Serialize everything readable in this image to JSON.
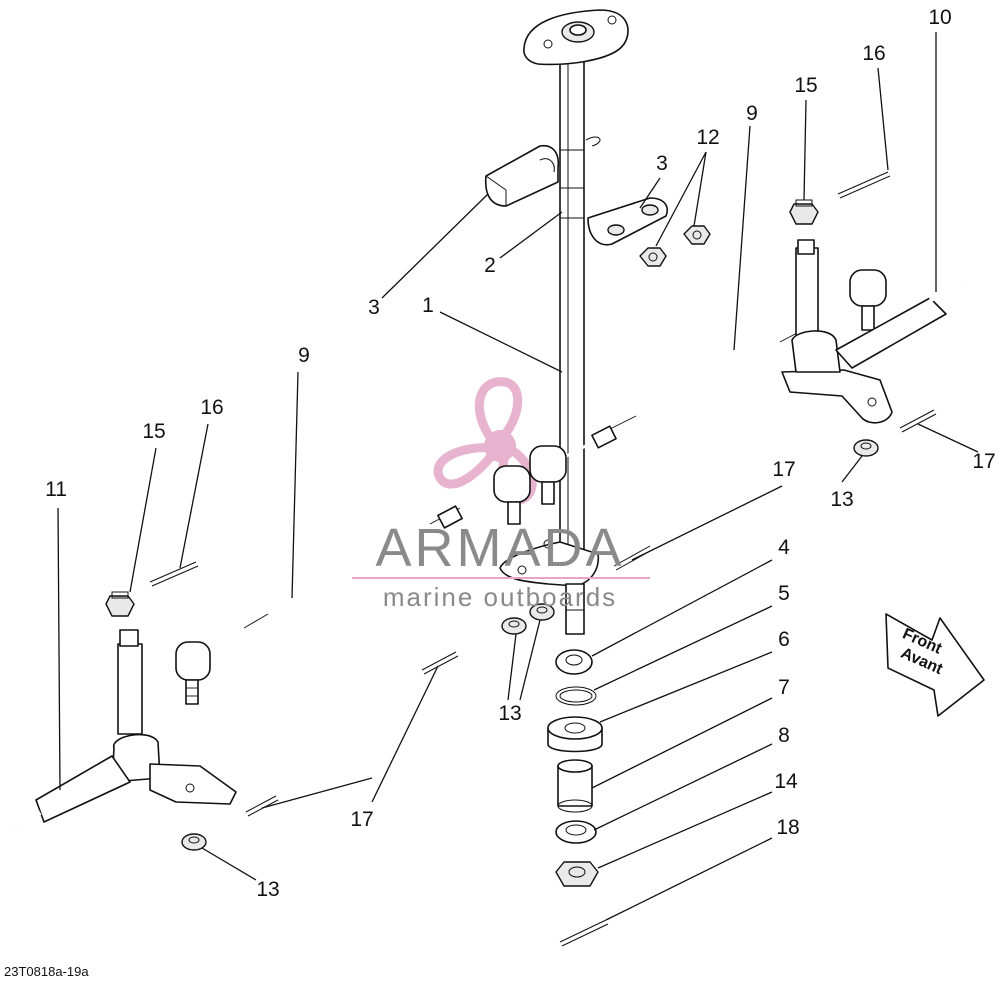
{
  "callouts": {
    "c1": "1",
    "c2": "2",
    "c3a": "3",
    "c3b": "3",
    "c4": "4",
    "c5": "5",
    "c6": "6",
    "c7": "7",
    "c8": "8",
    "c9a": "9",
    "c9b": "9",
    "c10": "10",
    "c11": "11",
    "c12": "12",
    "c13a": "13",
    "c13b": "13",
    "c13c": "13",
    "c14": "14",
    "c15a": "15",
    "c15b": "15",
    "c16a": "16",
    "c16b": "16",
    "c17a": "17",
    "c17b": "17",
    "c17c": "17",
    "c18": "18"
  },
  "direction_arrow": {
    "line1": "Front",
    "line2": "Avant"
  },
  "watermark": {
    "brand": "ARMADA",
    "tagline": "marine outboards",
    "colors": {
      "logo": "#e3a6c6",
      "text": "#8a8a8a"
    }
  },
  "figure_ref": "23T0818a-19a"
}
